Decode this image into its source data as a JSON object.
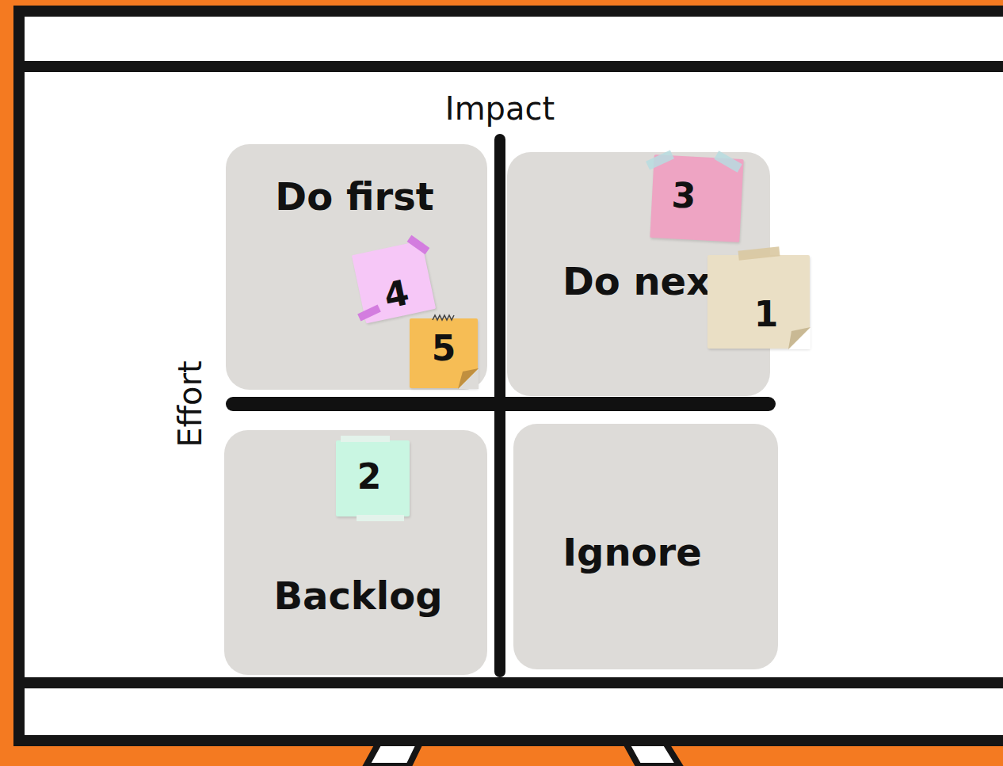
{
  "diagram": {
    "nodes": [
      {
        "text": [
          "Do first"
        ]
      },
      {
        "text": [
          "4"
        ],
        "in": 0
      },
      {
        "text": [
          "5"
        ],
        "in": 0
      },
      {
        "text": [
          "Do next"
        ]
      },
      {
        "text": [
          "3"
        ],
        "in": 3
      },
      {
        "text": [
          "1"
        ],
        "in": 3
      },
      {
        "text": [
          "Backlog"
        ]
      },
      {
        "text": [
          "2"
        ],
        "in": 6
      },
      {
        "text": [
          "Ignore"
        ]
      }
    ],
    "labels": [
      "Impact",
      "Effort"
    ]
  }
}
